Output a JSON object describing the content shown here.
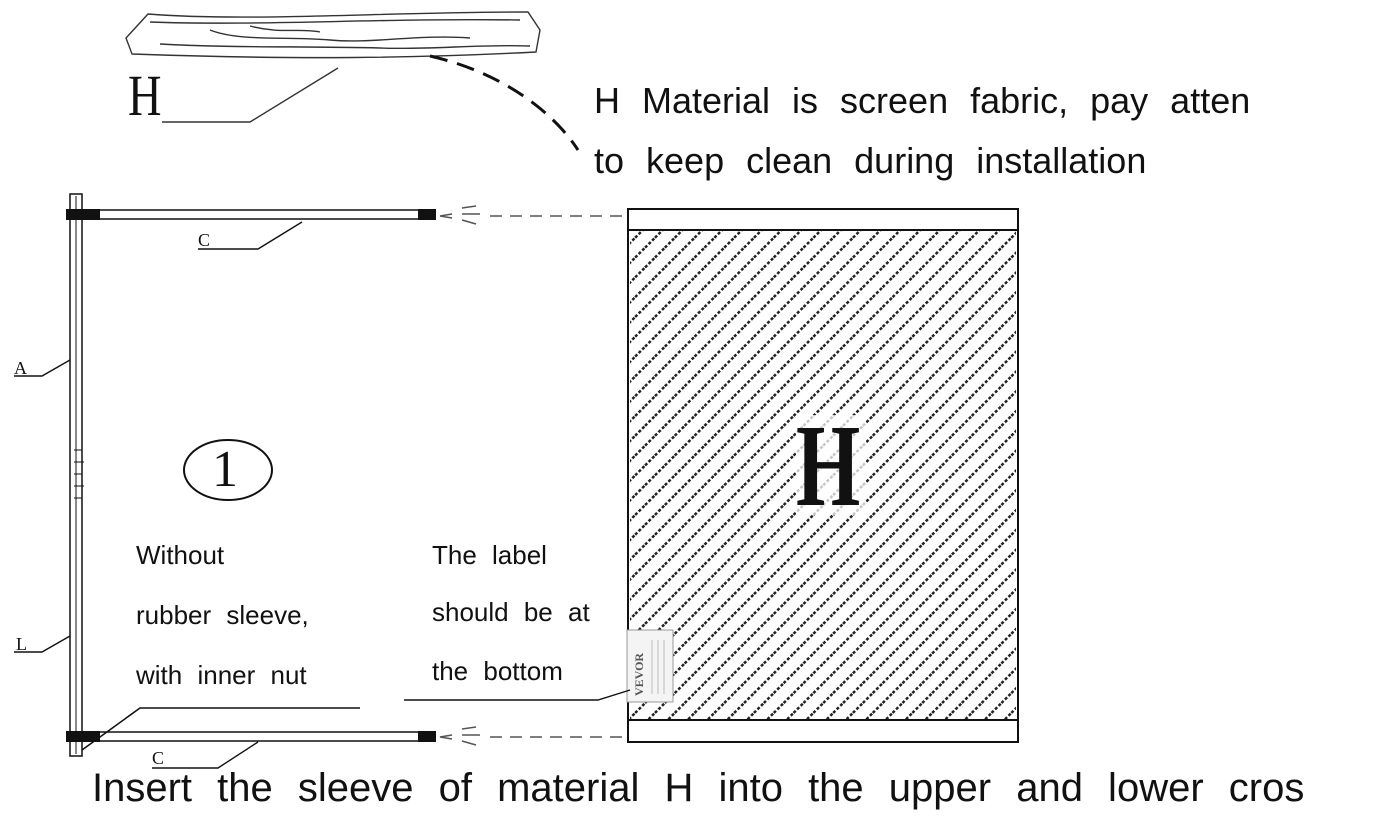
{
  "diagram": {
    "note_top": {
      "line1": "H Material is screen fabric, pay atten",
      "line2": "to keep clean during installation"
    },
    "label_fabric_top": "H",
    "label_panel_center": "H",
    "step_number": "1",
    "part_labels": {
      "a": "A",
      "l": "L",
      "c_top": "C",
      "c_bottom": "C"
    },
    "note_left": {
      "line1": "Without",
      "line2": "rubber sleeve,",
      "line3": "with inner nut"
    },
    "note_right": {
      "line1": "The label",
      "line2": "should be at",
      "line3": "the bottom"
    },
    "brand_tag": "VEVOR",
    "caption_bottom": "Insert the sleeve of material H into the upper and lower cros"
  }
}
